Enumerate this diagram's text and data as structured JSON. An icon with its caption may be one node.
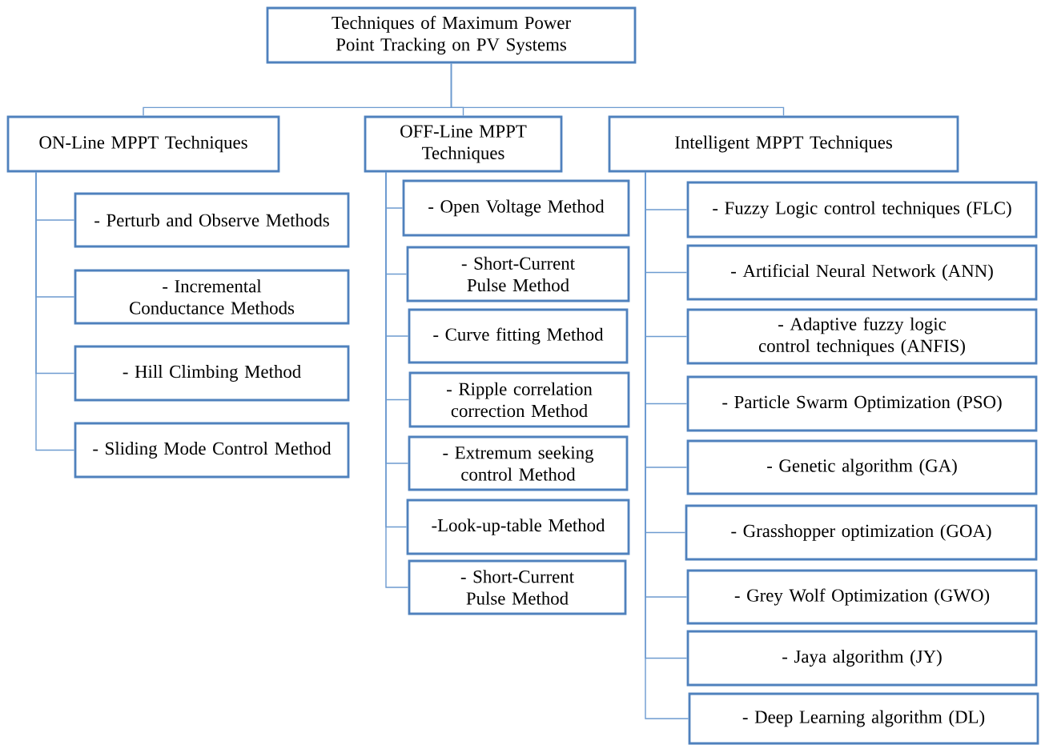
{
  "diagram": {
    "nodes": [
      {
        "text": [
          "Techniques of Maximum Power Point Tracking on PV Systems"
        ]
      },
      {
        "text": [
          "ON-Line MPPT Techniques"
        ]
      },
      {
        "text": [
          "OFF-Line MPPT Techniques"
        ]
      },
      {
        "text": [
          "Intelligent MPPT Techniques"
        ]
      },
      {
        "text": [
          "- Perturb and Observe Methods"
        ]
      },
      {
        "text": [
          "- Incremental Conductance Methods"
        ]
      },
      {
        "text": [
          "- Hill Climbing Method"
        ]
      },
      {
        "text": [
          "- Sliding Mode Control Method"
        ]
      },
      {
        "text": [
          "- Open Voltage Method"
        ]
      },
      {
        "text": [
          "- Short-Current Pulse Method"
        ]
      },
      {
        "text": [
          "- Curve fitting Method"
        ]
      },
      {
        "text": [
          "- Ripple correlation correction Method"
        ]
      },
      {
        "text": [
          "- Extremum seeking control Method"
        ]
      },
      {
        "text": [
          "-Look-up-table Method"
        ]
      },
      {
        "text": [
          "- Short-Current Pulse Method"
        ]
      },
      {
        "text": [
          "- Fuzzy Logic control techniques (FLC)"
        ]
      },
      {
        "text": [
          "- Artificial Neural Network (ANN)"
        ]
      },
      {
        "text": [
          "- Adaptive fuzzy logic control techniques (ANFIS)"
        ]
      },
      {
        "text": [
          "- Particle Swarm Optimization (PSO)"
        ]
      },
      {
        "text": [
          "- Genetic algorithm (GA)"
        ]
      },
      {
        "text": [
          "- Grasshopper optimization (GOA)"
        ]
      },
      {
        "text": [
          "- Grey Wolf Optimization (GWO)"
        ]
      },
      {
        "text": [
          "-  Jaya algorithm (JY)"
        ]
      },
      {
        "text": [
          "- Deep Learning algorithm (DL)"
        ]
      }
    ],
    "edges": [
      {
        "from": 0,
        "to": 1,
        "arrow": "none"
      },
      {
        "from": 0,
        "to": 2,
        "arrow": "none"
      },
      {
        "from": 0,
        "to": 3,
        "arrow": "none"
      },
      {
        "from": 1,
        "to": 4,
        "arrow": "none"
      },
      {
        "from": 1,
        "to": 5,
        "arrow": "none"
      },
      {
        "from": 1,
        "to": 6,
        "arrow": "none"
      },
      {
        "from": 1,
        "to": 7,
        "arrow": "none"
      },
      {
        "from": 2,
        "to": 8,
        "arrow": "none"
      },
      {
        "from": 2,
        "to": 9,
        "arrow": "none"
      },
      {
        "from": 2,
        "to": 10,
        "arrow": "none"
      },
      {
        "from": 2,
        "to": 11,
        "arrow": "none"
      },
      {
        "from": 2,
        "to": 12,
        "arrow": "none"
      },
      {
        "from": 2,
        "to": 13,
        "arrow": "none"
      },
      {
        "from": 2,
        "to": 14,
        "arrow": "none"
      },
      {
        "from": 3,
        "to": 15,
        "arrow": "none"
      },
      {
        "from": 3,
        "to": 16,
        "arrow": "none"
      },
      {
        "from": 3,
        "to": 17,
        "arrow": "none"
      },
      {
        "from": 3,
        "to": 18,
        "arrow": "none"
      },
      {
        "from": 3,
        "to": 19,
        "arrow": "none"
      },
      {
        "from": 3,
        "to": 20,
        "arrow": "none"
      },
      {
        "from": 3,
        "to": 21,
        "arrow": "none"
      },
      {
        "from": 3,
        "to": 22,
        "arrow": "none"
      },
      {
        "from": 3,
        "to": 23,
        "arrow": "none"
      }
    ]
  }
}
